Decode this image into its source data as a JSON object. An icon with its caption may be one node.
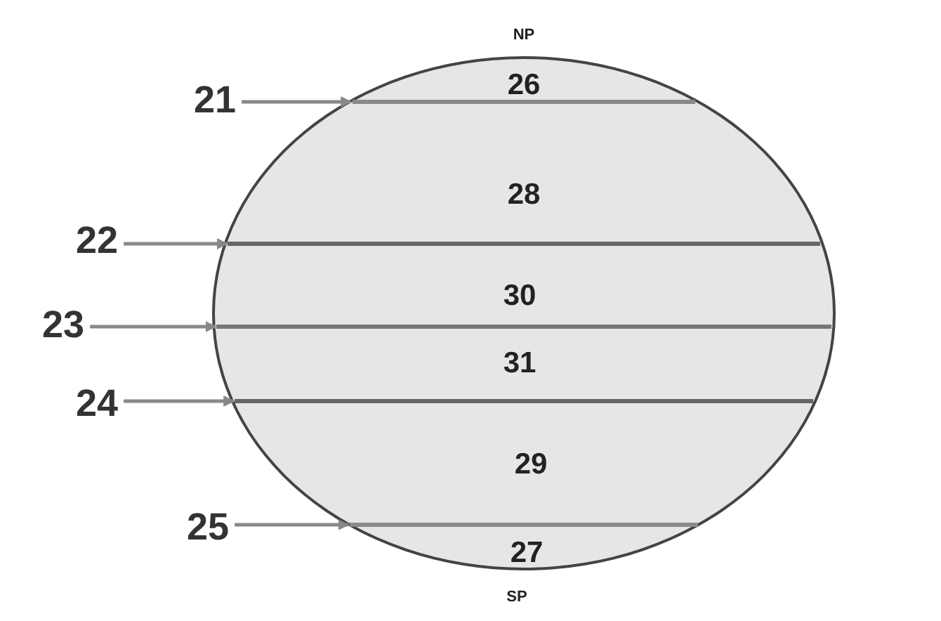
{
  "diagram": {
    "nodes": [
      {
        "text": [],
        "shape": "ellipse"
      },
      {
        "text": [],
        "shape": "line",
        "in": 0
      },
      {
        "text": [],
        "shape": "line",
        "in": 0
      },
      {
        "text": [],
        "shape": "line",
        "in": 0
      },
      {
        "text": [],
        "shape": "line",
        "in": 0
      },
      {
        "text": [],
        "shape": "line",
        "in": 0
      },
      {
        "text": [
          "21"
        ]
      },
      {
        "text": [
          "22"
        ]
      },
      {
        "text": [
          "23"
        ]
      },
      {
        "text": [
          "24"
        ]
      },
      {
        "text": [
          "25"
        ]
      }
    ],
    "edges": [
      {
        "from": 6,
        "to": 1,
        "arrow": "to"
      },
      {
        "from": 7,
        "to": 2,
        "arrow": "to"
      },
      {
        "from": 8,
        "to": 3,
        "arrow": "to"
      },
      {
        "from": 9,
        "to": 4,
        "arrow": "to"
      },
      {
        "from": 10,
        "to": 5,
        "arrow": "to"
      }
    ],
    "labels": [
      "NP",
      "26",
      "28",
      "30",
      "31",
      "29",
      "27",
      "SP"
    ]
  }
}
